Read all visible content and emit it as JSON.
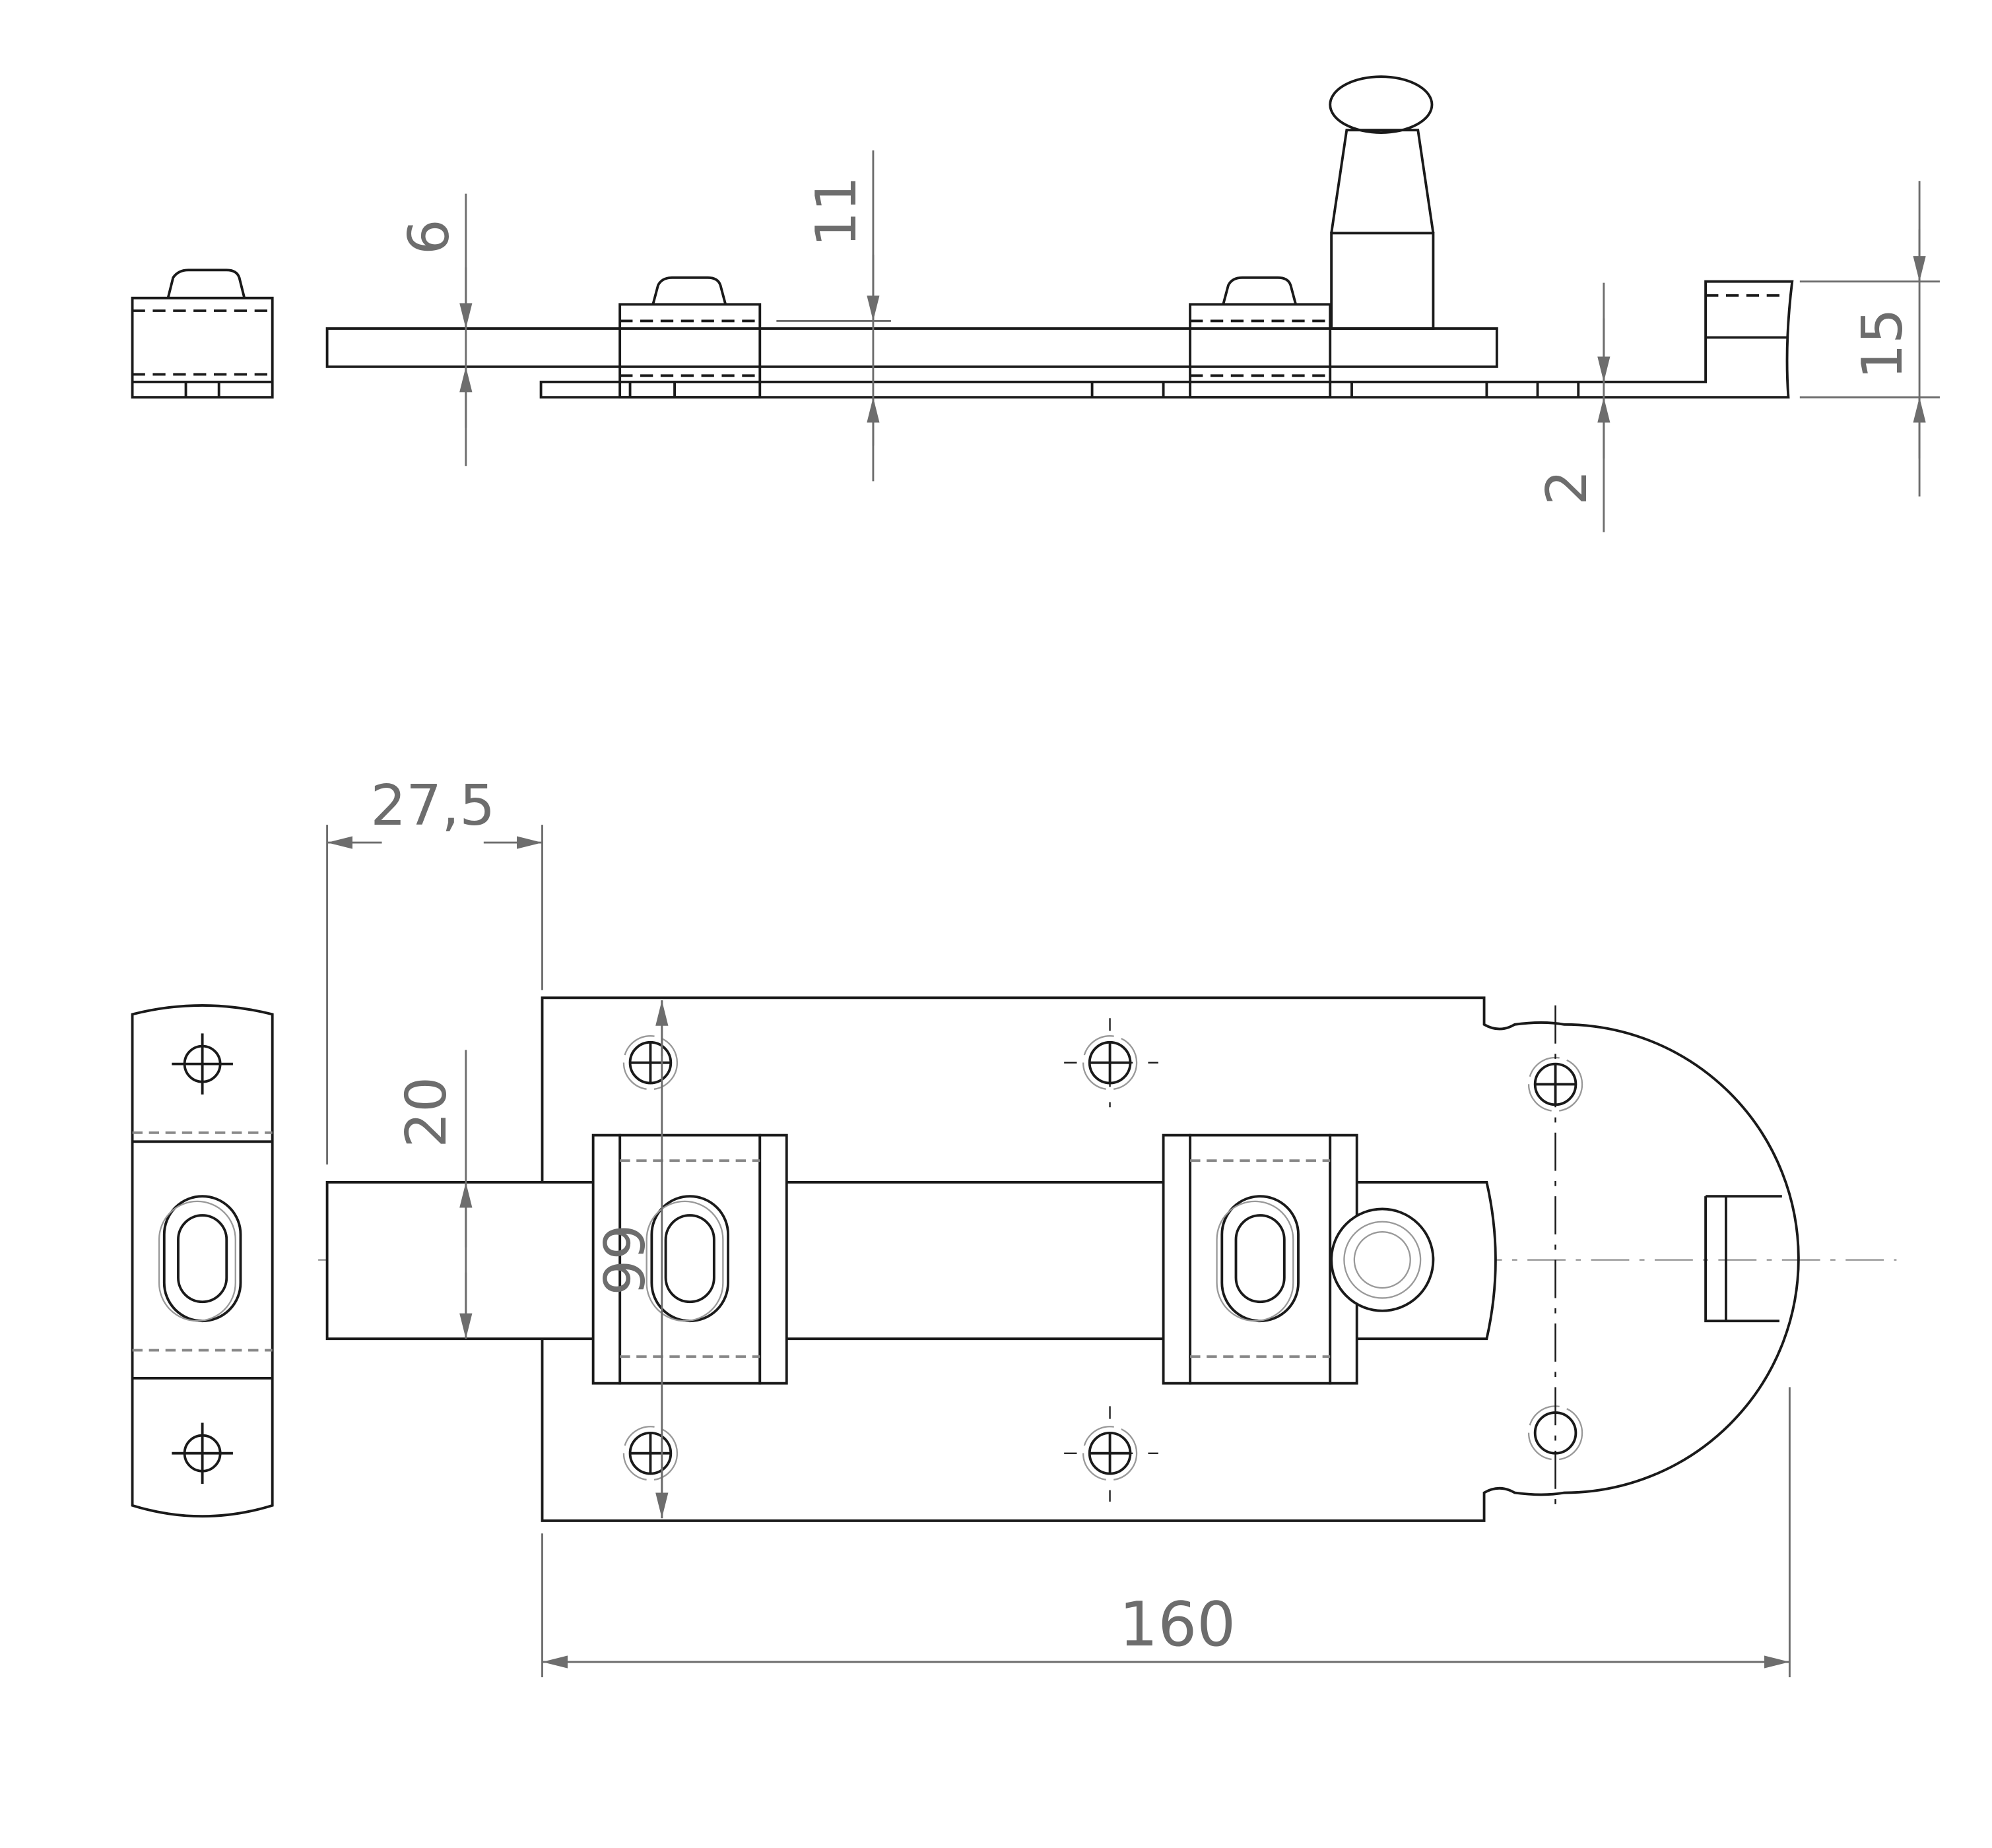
{
  "drawing": {
    "dimensions": {
      "d6": "6",
      "d11": "11",
      "d2": "2",
      "d15": "15",
      "d27_5": "27,5",
      "d20": "20",
      "d66": "66",
      "d160": "160"
    },
    "colors": {
      "outline": "#1a1a1a",
      "dimension": "#6d6d6d",
      "centerline": "#9a9a9a"
    }
  }
}
